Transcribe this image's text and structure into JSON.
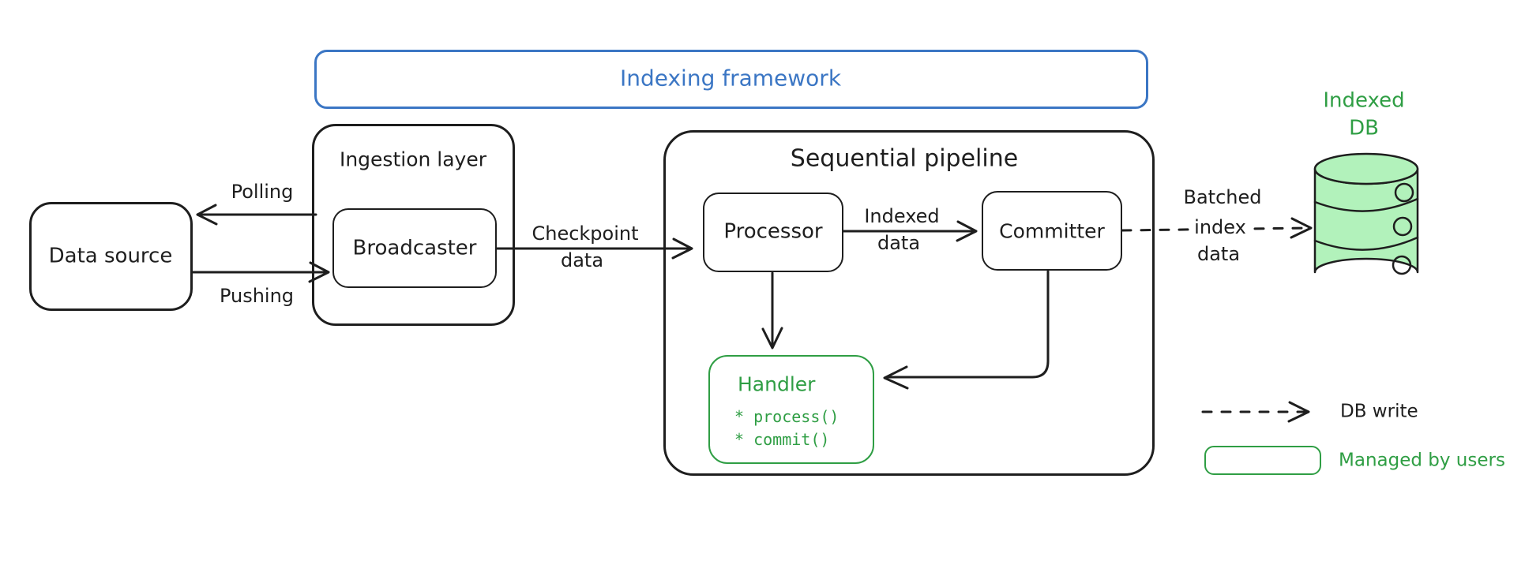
{
  "frame": {
    "title": "Indexing framework"
  },
  "nodes": {
    "data_source": {
      "label": "Data source"
    },
    "ingestion_layer": {
      "label": "Ingestion layer"
    },
    "broadcaster": {
      "label": "Broadcaster"
    },
    "sequential_pipeline": {
      "label": "Sequential pipeline"
    },
    "processor": {
      "label": "Processor"
    },
    "committer": {
      "label": "Committer"
    },
    "handler": {
      "title": "Handler",
      "methods": [
        "* process()",
        "* commit()"
      ]
    },
    "indexed_db": {
      "label": [
        "Indexed",
        "DB"
      ]
    }
  },
  "edges": {
    "polling": {
      "label": "Polling"
    },
    "pushing": {
      "label": "Pushing"
    },
    "checkpoint": {
      "label": [
        "Checkpoint",
        "data"
      ]
    },
    "indexed": {
      "label": [
        "Indexed",
        "data"
      ]
    },
    "batched": {
      "label": [
        "Batched",
        "index",
        "data"
      ]
    }
  },
  "legend": {
    "db_write": {
      "label": "DB write"
    },
    "managed_by_users": {
      "label": "Managed by users"
    }
  },
  "colors": {
    "stroke": "#1e1e1e",
    "blue": "#3b76c4",
    "green": "#2f9e44",
    "green-fill": "#b2f2bb",
    "background": "#ffffff"
  }
}
